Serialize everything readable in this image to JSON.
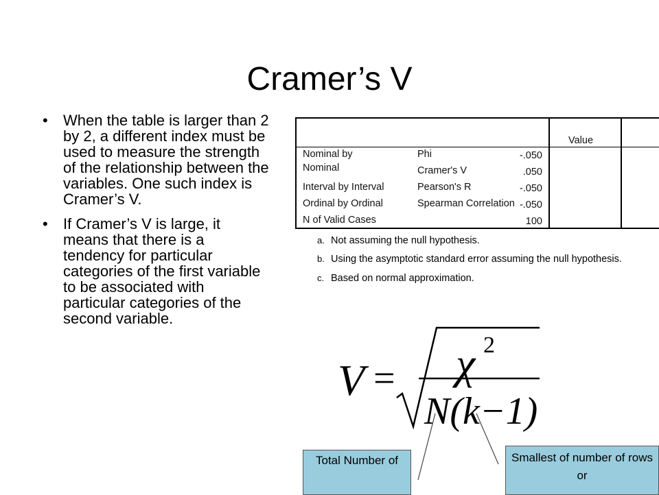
{
  "slide": {
    "title": "Cramer’s V",
    "bullets": [
      "When the table is larger than 2 by 2, a different index must be used to measure the strength of the relationship between the variables. One such index is Cramer’s V.",
      "If Cramer’s V is large, it means that there is a tendency for particular categories of the first variable to be associated with particular categories of the second variable."
    ]
  },
  "table": {
    "header_value": "Value",
    "rows": [
      {
        "group": "Nominal by",
        "measure": "Phi",
        "value": "-.050"
      },
      {
        "group": "Nominal",
        "measure": "Cramer's V",
        "value": ".050"
      },
      {
        "group": "Interval by Interval",
        "measure": "Pearson's R",
        "value": "-.050"
      },
      {
        "group": "Ordinal by Ordinal",
        "measure": "Spearman Correlation",
        "value": "-.050"
      },
      {
        "group": "N of Valid Cases",
        "measure": "",
        "value": "100"
      }
    ],
    "footnotes": [
      {
        "letter": "a.",
        "text": "Not assuming the null hypothesis."
      },
      {
        "letter": "b.",
        "text": "Using the asymptotic standard error assuming the null hypothesis."
      },
      {
        "letter": "c.",
        "text": "Based on normal approximation."
      }
    ]
  },
  "formula": {
    "lhs": "V",
    "equals": "=",
    "numerator": "χ",
    "exponent": "2",
    "denominator": "N(k−1)"
  },
  "callouts": {
    "left": "Total Number of",
    "right": "Smallest of number of rows or"
  }
}
